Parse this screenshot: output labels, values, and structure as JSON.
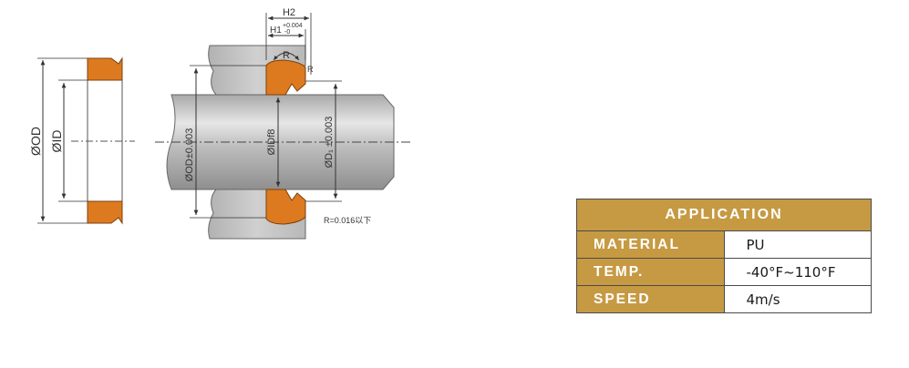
{
  "diagram": {
    "labels": {
      "od_left": "ØOD",
      "id_left": "ØID",
      "od_tol": "ØOD±0.003",
      "id_rod": "ØIDf8",
      "d1_tol": "ØD₁ ±0.003",
      "h2": "H2",
      "h1": "H1",
      "h1_tol_upper": "+0.004",
      "h1_tol_lower": "-0",
      "r": "R",
      "r_small": "R",
      "r_note": "R=0.016以下"
    },
    "colors": {
      "seal": "#dd7a1f",
      "housing": "#bcbcbc",
      "rod": "#c4c4c4",
      "line": "#333333"
    }
  },
  "table": {
    "header": "APPLICATION",
    "rows": [
      {
        "label": "MATERIAL",
        "value": "PU"
      },
      {
        "label": "TEMP.",
        "value": "-40°F~110°F"
      },
      {
        "label": "SPEED",
        "value": "4m/s"
      }
    ]
  }
}
